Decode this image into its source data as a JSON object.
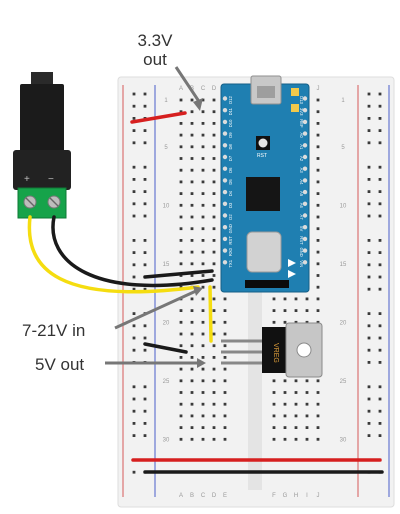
{
  "callouts": {
    "v33": {
      "line1": "3.3V",
      "line2": "out"
    },
    "vin": "7-21V in",
    "v5": "5V out"
  },
  "breadboard": {
    "col_labels": [
      "A",
      "B",
      "C",
      "D",
      "E",
      "F",
      "G",
      "H",
      "I",
      "J"
    ],
    "row_labels": [
      "1",
      "5",
      "10",
      "15",
      "20",
      "25",
      "30"
    ]
  },
  "nano": {
    "left_pins": [
      "D12",
      "D11",
      "D10",
      "D9",
      "D8",
      "D7",
      "D6",
      "D5",
      "D4",
      "D3",
      "D2",
      "GND",
      "RST",
      "RX0",
      "TX1"
    ],
    "right_pins": [
      "D13",
      "3V3",
      "REF",
      "A0",
      "A1",
      "A2",
      "A3",
      "A4",
      "A5",
      "A6",
      "A7",
      "5V",
      "RST",
      "GND",
      "VIN"
    ],
    "rst_label": "RST"
  },
  "regulator": {
    "marking": "VREG"
  },
  "connector": {
    "plus": "+",
    "minus": "−"
  },
  "colors": {
    "board": "#f2f2f2",
    "rail_red": "#d55a5a",
    "rail_blue": "#4a5fc9",
    "nano_blue": "#1f7fb1",
    "wire_red": "#d61f1f",
    "wire_black": "#1a1a1a",
    "wire_yellow": "#f5dd10",
    "terminal_green": "#16a34a",
    "callout_gray": "#777777"
  }
}
